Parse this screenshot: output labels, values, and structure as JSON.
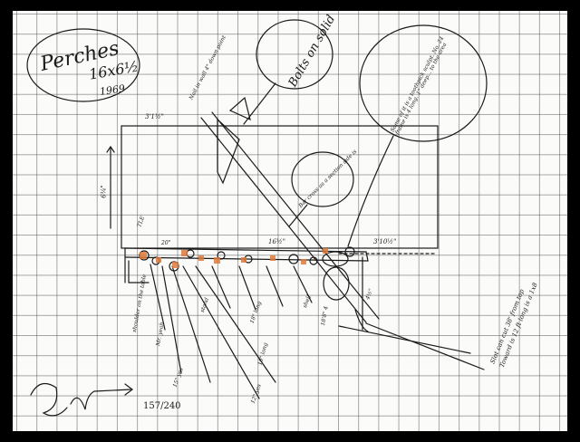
{
  "title": {
    "name": "Perches",
    "dims": "16x6½",
    "year": "1969"
  },
  "bubbles": {
    "bolts": "Bolts on solid",
    "nails": "Some of it is a toothpick sculpt. No. 24 frame is 4 long. 1\" deep... to the area",
    "center": "Bar cross as a section side is"
  },
  "dimensions": {
    "top_width": "3'1½\"",
    "side_height": "6¼\"",
    "span_mid": "16½\"",
    "right_span": "3'10½\"",
    "tle": "TLE",
    "post": "20\"",
    "right_post": "4½\""
  },
  "labels": {
    "nail_note": "Nail in wall 4\" down point",
    "left_vert": "shoulder on the table",
    "stand_a": "Mr. yeah",
    "stand_b": "stand",
    "stand_c": "18\" long",
    "stand_d": "shelf",
    "long_a": "15\" yes",
    "long_b": "12\" yes",
    "long_c": "10\" long",
    "ref": "18'8\" 4",
    "side_note": "Slot can cut 38' from top Toward is 12 ft long is a 1x8"
  },
  "signature": "2 U",
  "page_number": "157/240",
  "colors": {
    "ink": "#1a1a1a",
    "orange": "#e07a3a",
    "grid": "#5a5a5a",
    "paper": "#fbfbfa"
  }
}
